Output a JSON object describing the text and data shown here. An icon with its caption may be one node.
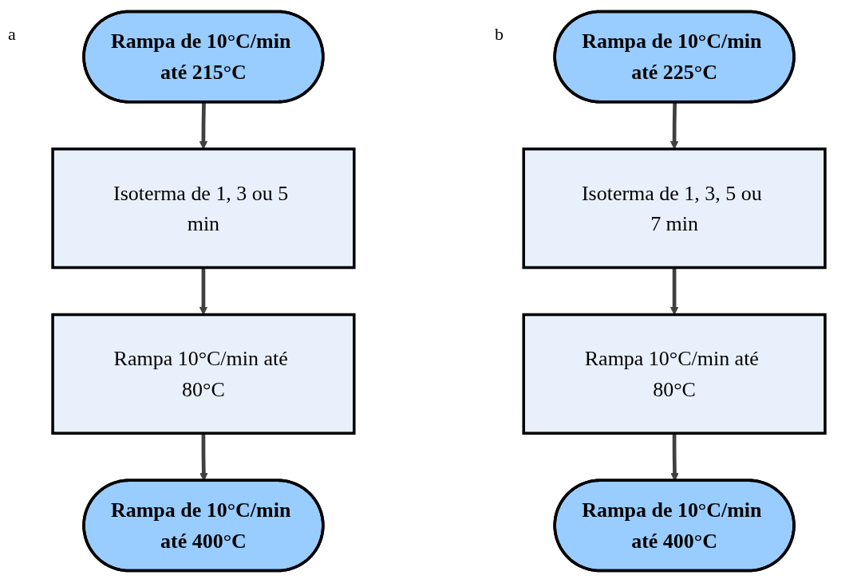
{
  "diagram": {
    "nodes": [
      {
        "text": [
          "Rampa de 10°C/min até 215°C"
        ]
      },
      {
        "text": [
          "Isoterma de 1, 3 ou 5 min"
        ]
      },
      {
        "text": [
          "Rampa 10°C/min até 80°C"
        ]
      },
      {
        "text": [
          "Rampa de 10°C/min até 400°C"
        ]
      },
      {
        "text": [
          "Rampa de 10°C/min até 225°C"
        ]
      },
      {
        "text": [
          "Isoterma de 1, 3, 5 ou 7 min"
        ]
      },
      {
        "text": [
          "Rampa 10°C/min até 80°C"
        ]
      },
      {
        "text": [
          "Rampa de 10°C/min até 400°C"
        ]
      }
    ],
    "edges": [
      {
        "from": 0,
        "to": 1,
        "arrow": "to"
      },
      {
        "from": 1,
        "to": 2,
        "arrow": "to"
      },
      {
        "from": 2,
        "to": 3,
        "arrow": "to"
      },
      {
        "from": 4,
        "to": 5,
        "arrow": "to"
      },
      {
        "from": 5,
        "to": 6,
        "arrow": "to"
      },
      {
        "from": 6,
        "to": 7,
        "arrow": "to"
      }
    ],
    "labels": [
      "a",
      "b"
    ]
  }
}
